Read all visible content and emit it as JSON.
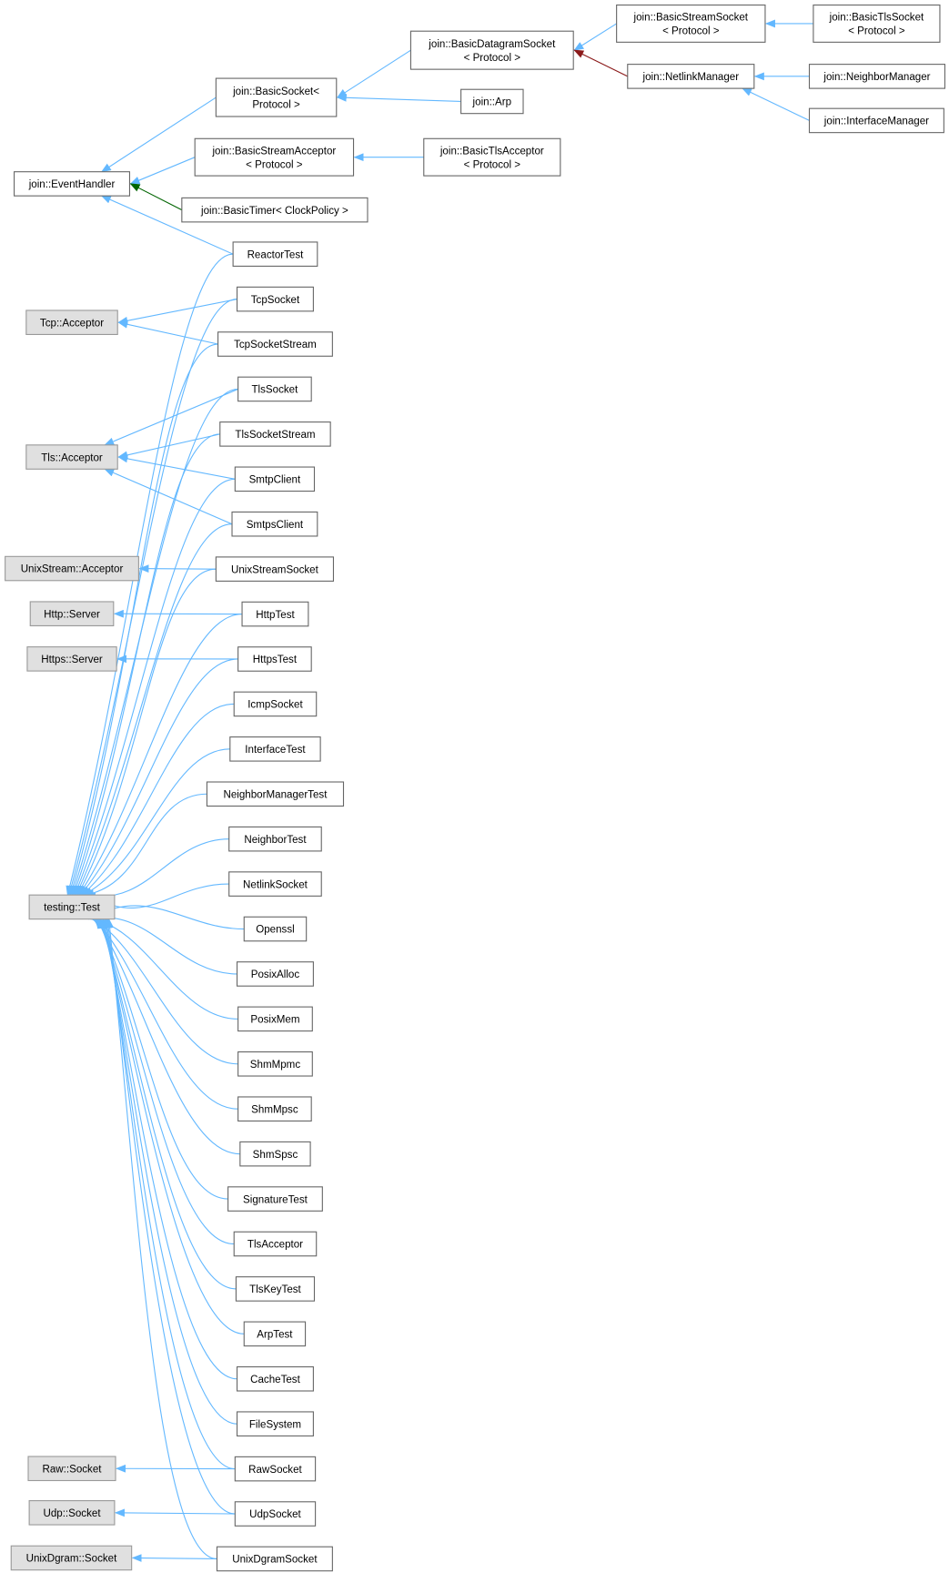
{
  "nodes": {
    "eventhandler": {
      "lines": [
        "join::EventHandler"
      ]
    },
    "basicsocket": {
      "lines": [
        "join::BasicSocket<",
        "Protocol >"
      ]
    },
    "basicdatagramsocket": {
      "lines": [
        "join::BasicDatagramSocket",
        "< Protocol >"
      ]
    },
    "basicstreamsocket": {
      "lines": [
        "join::BasicStreamSocket",
        "< Protocol >"
      ]
    },
    "basictlssocket": {
      "lines": [
        "join::BasicTlsSocket",
        "< Protocol >"
      ]
    },
    "netlinkmanager": {
      "lines": [
        "join::NetlinkManager"
      ]
    },
    "neighbormanager": {
      "lines": [
        "join::NeighborManager"
      ]
    },
    "interfacemanager": {
      "lines": [
        "join::InterfaceManager"
      ]
    },
    "arp": {
      "lines": [
        "join::Arp"
      ]
    },
    "basicstreamacceptor": {
      "lines": [
        "join::BasicStreamAcceptor",
        "< Protocol >"
      ]
    },
    "basictlsacceptor": {
      "lines": [
        "join::BasicTlsAcceptor",
        "< Protocol >"
      ]
    },
    "basictimer": {
      "lines": [
        "join::BasicTimer< ClockPolicy >"
      ]
    },
    "tcpacceptor": {
      "lines": [
        "Tcp::Acceptor"
      ],
      "external": true
    },
    "tlsacceptor": {
      "lines": [
        "Tls::Acceptor"
      ],
      "external": true
    },
    "unixstreamacceptor": {
      "lines": [
        "UnixStream::Acceptor"
      ],
      "external": true
    },
    "httpserver": {
      "lines": [
        "Http::Server"
      ],
      "external": true
    },
    "httpsserver": {
      "lines": [
        "Https::Server"
      ],
      "external": true
    },
    "testingtest": {
      "lines": [
        "testing::Test"
      ],
      "external": true
    },
    "rawsocketbase": {
      "lines": [
        "Raw::Socket"
      ],
      "external": true
    },
    "udpsocketbase": {
      "lines": [
        "Udp::Socket"
      ],
      "external": true
    },
    "unixdgramsocketbase": {
      "lines": [
        "UnixDgram::Socket"
      ],
      "external": true
    },
    "reactortest": {
      "lines": [
        "ReactorTest"
      ]
    },
    "tcpsocket": {
      "lines": [
        "TcpSocket"
      ]
    },
    "tcpsocketstream": {
      "lines": [
        "TcpSocketStream"
      ]
    },
    "tlssocket": {
      "lines": [
        "TlsSocket"
      ]
    },
    "tlssocketstream": {
      "lines": [
        "TlsSocketStream"
      ]
    },
    "smtpclient": {
      "lines": [
        "SmtpClient"
      ]
    },
    "smtpsclient": {
      "lines": [
        "SmtpsClient"
      ]
    },
    "unixstreamsocket": {
      "lines": [
        "UnixStreamSocket"
      ]
    },
    "httptest": {
      "lines": [
        "HttpTest"
      ]
    },
    "httpstest": {
      "lines": [
        "HttpsTest"
      ]
    },
    "icmpsocket": {
      "lines": [
        "IcmpSocket"
      ]
    },
    "interfacetest": {
      "lines": [
        "InterfaceTest"
      ]
    },
    "neighbormanagertest": {
      "lines": [
        "NeighborManagerTest"
      ]
    },
    "neighbortest": {
      "lines": [
        "NeighborTest"
      ]
    },
    "netlinksocket": {
      "lines": [
        "NetlinkSocket"
      ]
    },
    "openssl": {
      "lines": [
        "Openssl"
      ]
    },
    "posixalloc": {
      "lines": [
        "PosixAlloc"
      ]
    },
    "posixmem": {
      "lines": [
        "PosixMem"
      ]
    },
    "shmmpmc": {
      "lines": [
        "ShmMpmc"
      ]
    },
    "shmmpsc": {
      "lines": [
        "ShmMpsc"
      ]
    },
    "shmspsc": {
      "lines": [
        "ShmSpsc"
      ]
    },
    "signaturetest": {
      "lines": [
        "SignatureTest"
      ]
    },
    "tlsacceptortest": {
      "lines": [
        "TlsAcceptor"
      ]
    },
    "tlskeytest": {
      "lines": [
        "TlsKeyTest"
      ]
    },
    "arptest": {
      "lines": [
        "ArpTest"
      ]
    },
    "cachetest": {
      "lines": [
        "CacheTest"
      ]
    },
    "filesystem": {
      "lines": [
        "FileSystem"
      ]
    },
    "rawsocket": {
      "lines": [
        "RawSocket"
      ]
    },
    "udpsocket": {
      "lines": [
        "UdpSocket"
      ]
    },
    "unixdgramsocket": {
      "lines": [
        "UnixDgramSocket"
      ]
    }
  },
  "edges": [
    [
      "eventhandler",
      "basicsocket",
      "public"
    ],
    [
      "eventhandler",
      "basicstreamacceptor",
      "public"
    ],
    [
      "eventhandler",
      "basictimer",
      "protected"
    ],
    [
      "eventhandler",
      "reactortest",
      "public"
    ],
    [
      "basicsocket",
      "basicdatagramsocket",
      "public"
    ],
    [
      "basicsocket",
      "arp",
      "public"
    ],
    [
      "basicdatagramsocket",
      "basicstreamsocket",
      "public"
    ],
    [
      "basicdatagramsocket",
      "netlinkmanager",
      "private"
    ],
    [
      "basicstreamsocket",
      "basictlssocket",
      "public"
    ],
    [
      "netlinkmanager",
      "neighbormanager",
      "public"
    ],
    [
      "netlinkmanager",
      "interfacemanager",
      "public"
    ],
    [
      "basicstreamacceptor",
      "basictlsacceptor",
      "public"
    ],
    [
      "tcpacceptor",
      "tcpsocket",
      "public"
    ],
    [
      "tcpacceptor",
      "tcpsocketstream",
      "public"
    ],
    [
      "tlsacceptor",
      "tlssocket",
      "public"
    ],
    [
      "tlsacceptor",
      "tlssocketstream",
      "public"
    ],
    [
      "tlsacceptor",
      "smtpclient",
      "public"
    ],
    [
      "tlsacceptor",
      "smtpsclient",
      "public"
    ],
    [
      "unixstreamacceptor",
      "unixstreamsocket",
      "public"
    ],
    [
      "httpserver",
      "httptest",
      "public"
    ],
    [
      "httpsserver",
      "httpstest",
      "public"
    ],
    [
      "rawsocketbase",
      "rawsocket",
      "public"
    ],
    [
      "udpsocketbase",
      "udpsocket",
      "public"
    ],
    [
      "unixdgramsocketbase",
      "unixdgramsocket",
      "public"
    ]
  ],
  "test_children": [
    "reactortest",
    "tcpsocket",
    "tcpsocketstream",
    "tlssocket",
    "tlssocketstream",
    "smtpclient",
    "smtpsclient",
    "unixstreamsocket",
    "httptest",
    "httpstest",
    "icmpsocket",
    "interfacetest",
    "neighbormanagertest",
    "neighbortest",
    "netlinksocket",
    "openssl",
    "posixalloc",
    "posixmem",
    "shmmpmc",
    "shmmpsc",
    "shmspsc",
    "signaturetest",
    "tlsacceptortest",
    "tlskeytest",
    "arptest",
    "cachetest",
    "filesystem",
    "rawsocket",
    "udpsocket",
    "unixdgramsocket"
  ],
  "colors": {
    "public": "#63b8ff",
    "protected": "#006400",
    "private": "#8b1a1a"
  }
}
